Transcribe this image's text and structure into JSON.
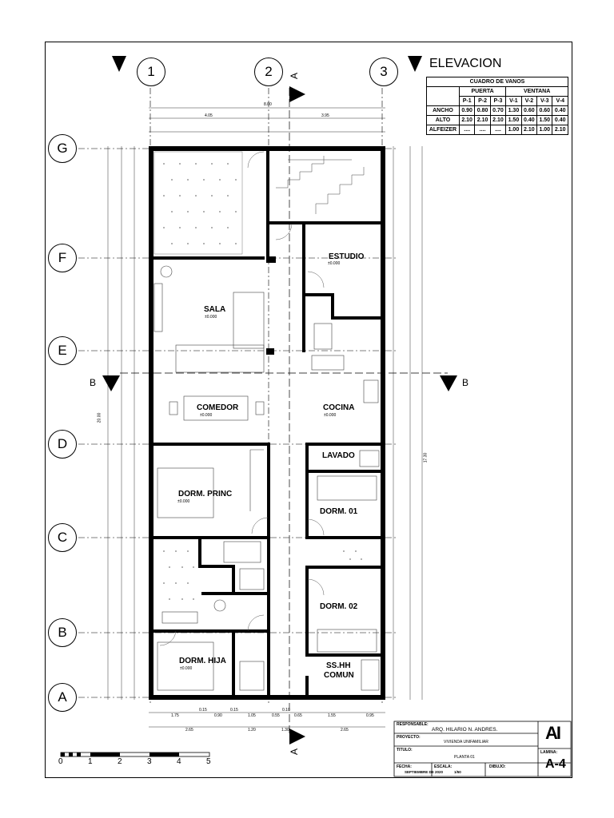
{
  "axes_vertical": [
    "1",
    "2",
    "3"
  ],
  "axes_horizontal": [
    "G",
    "F",
    "E",
    "D",
    "C",
    "B",
    "A"
  ],
  "elevation_label": "ELEVACION",
  "section_markers": {
    "a": "A",
    "b": "B"
  },
  "rooms": {
    "sala": "SALA",
    "comedor": "COMEDOR",
    "cocina": "COCINA",
    "estudio": "ESTUDIO",
    "lavado": "LAVADO",
    "dorm_princ": "DORM. PRINC",
    "dorm_01": "DORM. 01",
    "dorm_02": "DORM. 02",
    "dorm_hija": "DORM. HIJA",
    "sshh": "SS.HH",
    "comun": "COMUN"
  },
  "level": "±0.000",
  "cuadro": {
    "title": "CUADRO DE VANOS",
    "puerta": "PUERTA",
    "ventana": "VENTANA",
    "cols": [
      "P-1",
      "P-2",
      "P-3",
      "V-1",
      "V-2",
      "V-3",
      "V-4"
    ],
    "rows": [
      {
        "label": "ANCHO",
        "values": [
          "0.90",
          "0.80",
          "0.70",
          "1.30",
          "0.60",
          "0.60",
          "0.40"
        ]
      },
      {
        "label": "ALTO",
        "values": [
          "2.10",
          "2.10",
          "2.10",
          "1.50",
          "0.40",
          "1.50",
          "0.40"
        ]
      },
      {
        "label": "ALFEIZER",
        "values": [
          "....",
          "....",
          "....",
          "1.00",
          "2.10",
          "1.00",
          "2.10"
        ]
      }
    ]
  },
  "title_block": {
    "responsable_h": "RESPONSABLE:",
    "responsable": "ARQ.   HILARIO N. ANDRES.",
    "proyecto_h": "PROYECTO:",
    "proyecto": "VIVIENDA UNIFAMILIAR",
    "titulo_h": "TITULO:",
    "titulo": "PLANTA 01",
    "fecha_h": "FECHA:",
    "fecha": "SEPTIEMBRE DE 2020",
    "escala_h": "ESCALA:",
    "escala": "1/50",
    "dibujo_h": "DIBUJO:",
    "lamina_h": "LAMINA:",
    "lamina": "A-4",
    "logo": "AI"
  },
  "scale_bar": [
    "0",
    "1",
    "2",
    "3",
    "4",
    "5"
  ],
  "dims": {
    "top_total": "8.00",
    "top_left": "4.05",
    "top_right": "3.95",
    "bottom_row1": [
      "1.75",
      "0.15",
      "0.90",
      "0.15",
      "1.05",
      "0.55",
      "0.10",
      "0.65",
      "1.55",
      "0.95"
    ],
    "bottom_row2": [
      "2.65",
      "1.20",
      "1.30",
      "2.65"
    ],
    "left_total": "20.00",
    "right_total": "17.30"
  }
}
